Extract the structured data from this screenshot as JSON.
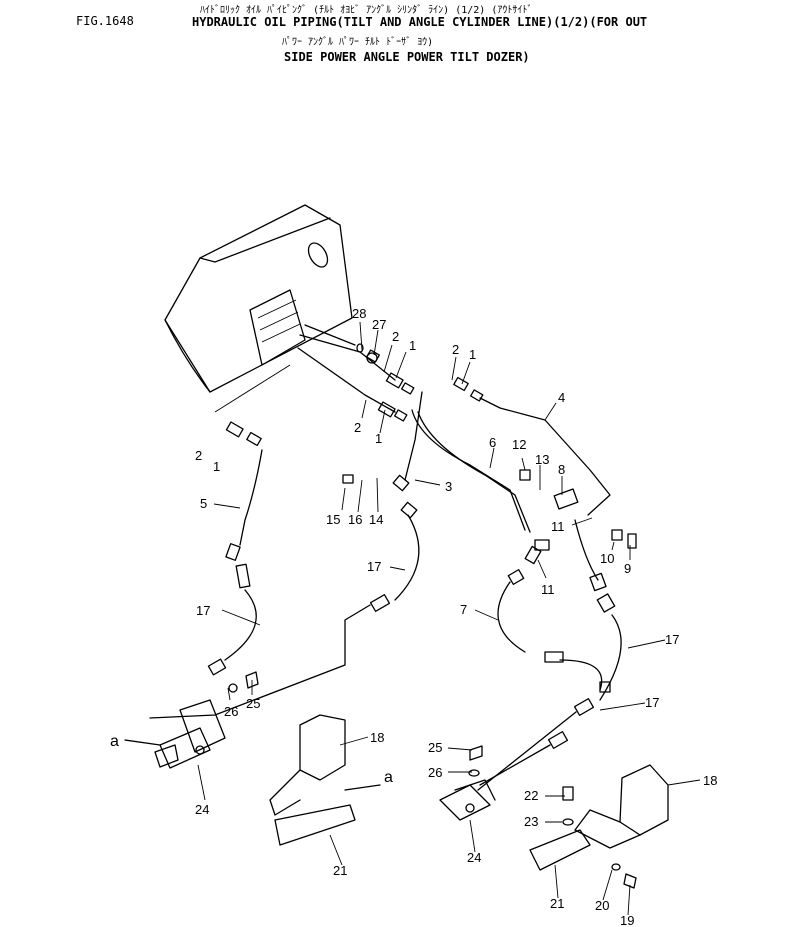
{
  "header": {
    "fig": "FIG.1648",
    "kana_line_1": "ﾊｲﾄﾞﾛﾘｯｸ ｵｲﾙ ﾊﾟｲﾋﾟﾝｸﾞ (ﾁﾙﾄ ｵﾖﾋﾞ ｱﾝｸﾞﾙ ｼﾘﾝﾀﾞ ﾗｲﾝ) (1/2) (ｱｳﾄｻｲﾄﾞ",
    "title_line_1": "HYDRAULIC OIL PIPING(TILT AND ANGLE CYLINDER LINE)(1/2)(FOR OUT",
    "kana_line_2": "ﾊﾟﾜｰ ｱﾝｸﾞﾙ ﾊﾟﾜｰ ﾁﾙﾄ ﾄﾞｰｻﾞ ﾖｳ)",
    "title_line_3": "SIDE POWER ANGLE POWER TILT DOZER)"
  },
  "callouts": [
    {
      "id": "c28",
      "text": "28"
    },
    {
      "id": "c27",
      "text": "27"
    },
    {
      "id": "c2a",
      "text": "2"
    },
    {
      "id": "c1a",
      "text": "1"
    },
    {
      "id": "c2b",
      "text": "2"
    },
    {
      "id": "c1b",
      "text": "1"
    },
    {
      "id": "c4",
      "text": "4"
    },
    {
      "id": "c2c",
      "text": "2"
    },
    {
      "id": "c1c",
      "text": "1"
    },
    {
      "id": "c2d",
      "text": "2"
    },
    {
      "id": "c1d",
      "text": "1"
    },
    {
      "id": "c6",
      "text": "6"
    },
    {
      "id": "c12",
      "text": "12"
    },
    {
      "id": "c13",
      "text": "13"
    },
    {
      "id": "c8",
      "text": "8"
    },
    {
      "id": "c3",
      "text": "3"
    },
    {
      "id": "c5",
      "text": "5"
    },
    {
      "id": "c15",
      "text": "15"
    },
    {
      "id": "c16",
      "text": "16"
    },
    {
      "id": "c14",
      "text": "14"
    },
    {
      "id": "c11a",
      "text": "11"
    },
    {
      "id": "c10",
      "text": "10"
    },
    {
      "id": "c9",
      "text": "9"
    },
    {
      "id": "c17a",
      "text": "17"
    },
    {
      "id": "c11b",
      "text": "11"
    },
    {
      "id": "c17b",
      "text": "17"
    },
    {
      "id": "c7",
      "text": "7"
    },
    {
      "id": "c17c",
      "text": "17"
    },
    {
      "id": "c26a",
      "text": "26"
    },
    {
      "id": "c25a",
      "text": "25"
    },
    {
      "id": "c17d",
      "text": "17"
    },
    {
      "id": "ca1",
      "text": "a"
    },
    {
      "id": "c18a",
      "text": "18"
    },
    {
      "id": "c24a",
      "text": "24"
    },
    {
      "id": "ca2",
      "text": "a"
    },
    {
      "id": "c25b",
      "text": "25"
    },
    {
      "id": "c26b",
      "text": "26"
    },
    {
      "id": "c18b",
      "text": "18"
    },
    {
      "id": "c22",
      "text": "22"
    },
    {
      "id": "c23",
      "text": "23"
    },
    {
      "id": "c24b",
      "text": "24"
    },
    {
      "id": "c21a",
      "text": "21"
    },
    {
      "id": "c21b",
      "text": "21"
    },
    {
      "id": "c20",
      "text": "20"
    },
    {
      "id": "c19",
      "text": "19"
    }
  ]
}
